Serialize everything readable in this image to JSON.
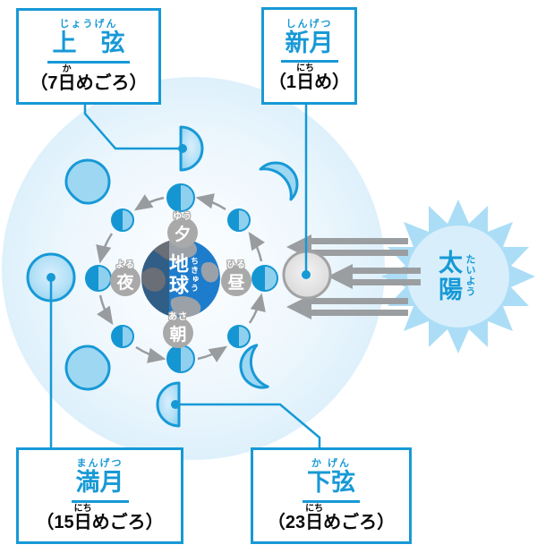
{
  "colors": {
    "accent_blue": "#1799d6",
    "moon_light_blue": "#a9dcf5",
    "moon_dark_blue": "#1596d3",
    "arrow_gray": "#9b9ea1",
    "new_moon_gray": "#dedede"
  },
  "boxes": {
    "jougen": {
      "furigana": "じょうげん",
      "name": "上　弦",
      "date_prefix": "（7",
      "date_kanji": "日",
      "date_furigana": "か",
      "date_suffix": "めごろ）"
    },
    "shingetsu": {
      "furigana": "しんげつ",
      "name": "新月",
      "date_prefix": "（1",
      "date_kanji": "日",
      "date_furigana": "にち",
      "date_suffix": "め）"
    },
    "mangetsu": {
      "furigana": "まんげつ",
      "name": "満月",
      "date_prefix": "（15",
      "date_kanji": "日",
      "date_furigana": "にち",
      "date_suffix": "めごろ）"
    },
    "kagen": {
      "furigana": "か げん",
      "name": "下弦",
      "date_prefix": "（23",
      "date_kanji": "日",
      "date_furigana": "にち",
      "date_suffix": "めごろ）"
    }
  },
  "sun": {
    "name": "太陽",
    "furigana": "たいよう"
  },
  "earth": {
    "name": "地球",
    "furigana": "ちきゅう"
  },
  "directions": {
    "evening": {
      "kanji": "夕",
      "furigana": "ゆう"
    },
    "night": {
      "kanji": "夜",
      "furigana": "よる"
    },
    "noon": {
      "kanji": "昼",
      "furigana": "ひる"
    },
    "morning": {
      "kanji": "朝",
      "furigana": "あさ"
    }
  }
}
